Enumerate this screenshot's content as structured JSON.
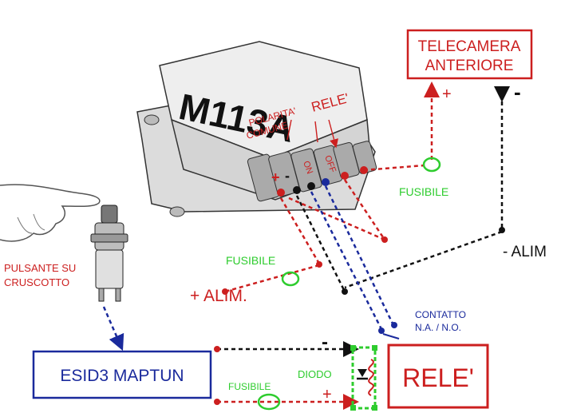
{
  "device": {
    "model": "M113A"
  },
  "labels": {
    "polarity_line1": "POLARITA'",
    "polarity_line2": "COMUNE",
    "rele_top": "RELE'",
    "pin_on": "ON",
    "pin_off": "OFF",
    "plus": "+",
    "minus": "-"
  },
  "camera": {
    "line1": "TELECAMERA",
    "line2": "ANTERIORE",
    "plus": "+",
    "minus": "-"
  },
  "alim_right": "- ALIM",
  "alim_left": "+ ALIM.",
  "fuses": {
    "top": "FUSIBILE",
    "mid": "FUSIBILE",
    "bottom": "FUSIBILE"
  },
  "button": {
    "line1": "PULSANTE SU",
    "line2": "CRUSCOTTO"
  },
  "esid": {
    "label": "ESID3 MAPTUN"
  },
  "relay": {
    "label": "RELE'",
    "diode": "DIODO",
    "minus": "-",
    "plus": "+"
  },
  "contact": {
    "line1": "CONTATTO",
    "line2": "N.A. / N.O."
  },
  "colors": {
    "red": "#cc1f1f",
    "blue": "#1a2a9c",
    "green": "#2ecc2e",
    "black": "#111111",
    "device_fill": "#e9e9e9"
  }
}
